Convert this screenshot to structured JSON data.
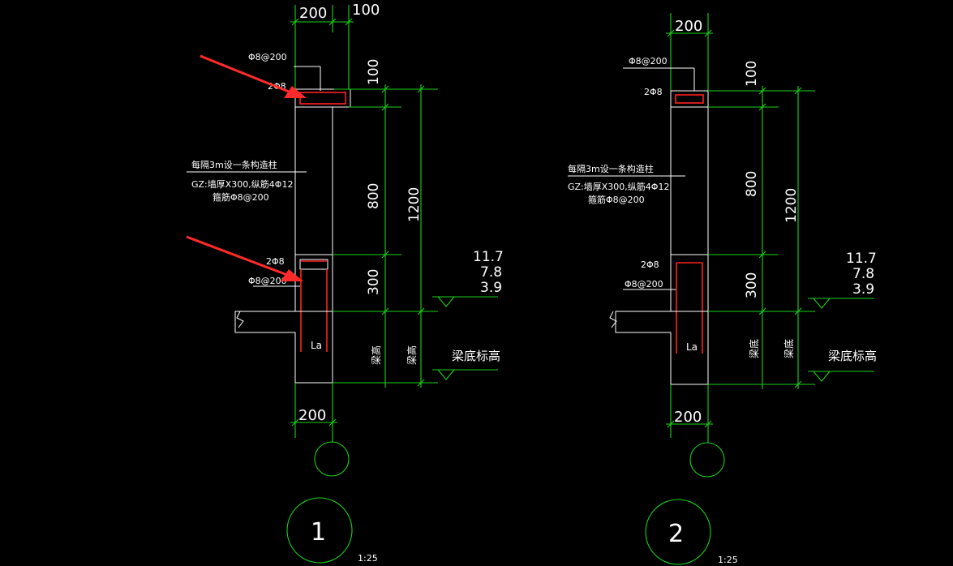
{
  "colors": {
    "background": "#000000",
    "dimension_lines": "#19d219",
    "outline": "#ffffff",
    "rebar": "#ff2020",
    "annotation_arrow": "#ff2a2a"
  },
  "details": [
    {
      "dims_top": [
        "200",
        "100"
      ],
      "dim_100_right": "100",
      "dim_800": "800",
      "dim_1200": "1200",
      "dim_300": "300",
      "dim_bottom": "200",
      "note_top_rebar": "Φ8@200",
      "note_2phi8_top": "2Φ8",
      "note_col_1": "每隔3m设一条构造柱",
      "note_col_2": "GZ:墙厚X300,纵筋4Φ12",
      "note_col_3": "箍筋Φ8@200",
      "note_2phi8_mid": "2Φ8",
      "note_stirrup_mid": "Φ8@200",
      "anchor_label": "La",
      "vert_label_1": "梁高",
      "vert_label_2": "梁高",
      "elev_1": "11.7",
      "elev_2": "7.8",
      "elev_3": "3.9",
      "elev_caption": "梁底标高",
      "number": "1",
      "scale": "1:25"
    },
    {
      "dim_top": "200",
      "dim_100_right": "100",
      "dim_800": "800",
      "dim_1200": "1200",
      "dim_300": "300",
      "dim_bottom": "200",
      "note_top_rebar": "Φ8@200",
      "note_2phi8_top": "2Φ8",
      "note_col_1": "每隔3m设一条构造柱",
      "note_col_2": "GZ:墙厚X300,纵筋4Φ12",
      "note_col_3": "箍筋Φ8@200",
      "note_2phi8_mid": "2Φ8",
      "note_stirrup_mid": "Φ8@200",
      "anchor_label": "La",
      "vert_label_1": "梁底",
      "vert_label_2": "梁底",
      "elev_1": "11.7",
      "elev_2": "7.8",
      "elev_3": "3.9",
      "elev_caption": "梁底标高",
      "number": "2",
      "scale": "1:25"
    }
  ]
}
